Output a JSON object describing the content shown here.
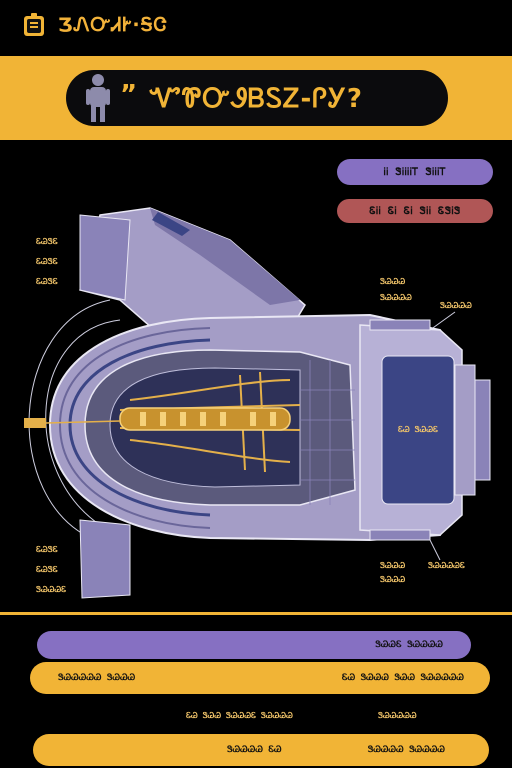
{
  "header": {
    "app_title": "ƷᏁᏅᏗᎨ∙ᎦᏣ",
    "title_quote": "”",
    "title": "ᏉᏈᏅᏭᏴᏚᏃ-ᎵᎩ?"
  },
  "pills": [
    {
      "label": "ᎥᎥ ᏕᎥᎥᎥᎥᎢ ᏕᎥᎥᎥᎢ"
    },
    {
      "label": "ᏋᎥᎥ ᏋᎥ ᏋᎥ ᏕᎥᎥ ᏋᏕᎥᏕ"
    }
  ],
  "diagram_labels": {
    "left_top": [
      "ᏋᏊᏕᏋ",
      "ᏋᏊᏕᏋ",
      "ᏋᏊᏕᏋ"
    ],
    "right_top": [
      "ᏕᏊᏊᏊ",
      "ᏕᏊᏊᏊᏊ"
    ],
    "right_side": "ᏕᏊᏊᏊᏊ",
    "center": "ᏋᏊ ᏕᏊᏊᏋ",
    "left_bottom": [
      "ᏋᏊᏕᏋ",
      "ᏋᏊᏕᏋ",
      "ᏕᏊᏊᏊᏋ"
    ],
    "right_bottom": [
      "ᏕᏊᏊᏊ",
      "ᏕᏊᏊᏊ",
      "ᏕᏊᏊᏊᏊᏋ"
    ]
  },
  "bottom": {
    "bar_1": "ᏕᏊᏊᏋ ᏕᏊᏊᏊᏊ",
    "bar_2_left": "ᏕᏊᏊᏊᏊᏊ ᏕᏊᏊᏊ",
    "bar_2_right": "ᏋᏊ ᏕᏊᏊᏊ ᏕᏊᏊ ᏕᏊᏊᏊᏊᏊ",
    "row_3_left": "ᏋᏊ ᏕᏊᏊ ᏕᏊᏊᏊᏋ ᏕᏊᏊᏊᏊ",
    "row_3_right": "ᏕᏊᏊᏊᏊᏊ",
    "bar_4_left": "ᏕᏊᏊᏊᏊ ᏋᏊ",
    "bar_4_right": "ᏕᏊᏊᏊᏊ ᏕᏊᏊᏊᏊ"
  },
  "colors": {
    "accent_yellow": "#f1b436",
    "accent_purple": "#8670c2",
    "accent_red": "#b05656",
    "hull_lavender": "#a49dc6",
    "hull_dark_blue": "#3b4585",
    "core_gold": "#e4b04a"
  },
  "icons": [
    "logo-icon",
    "person-icon"
  ]
}
